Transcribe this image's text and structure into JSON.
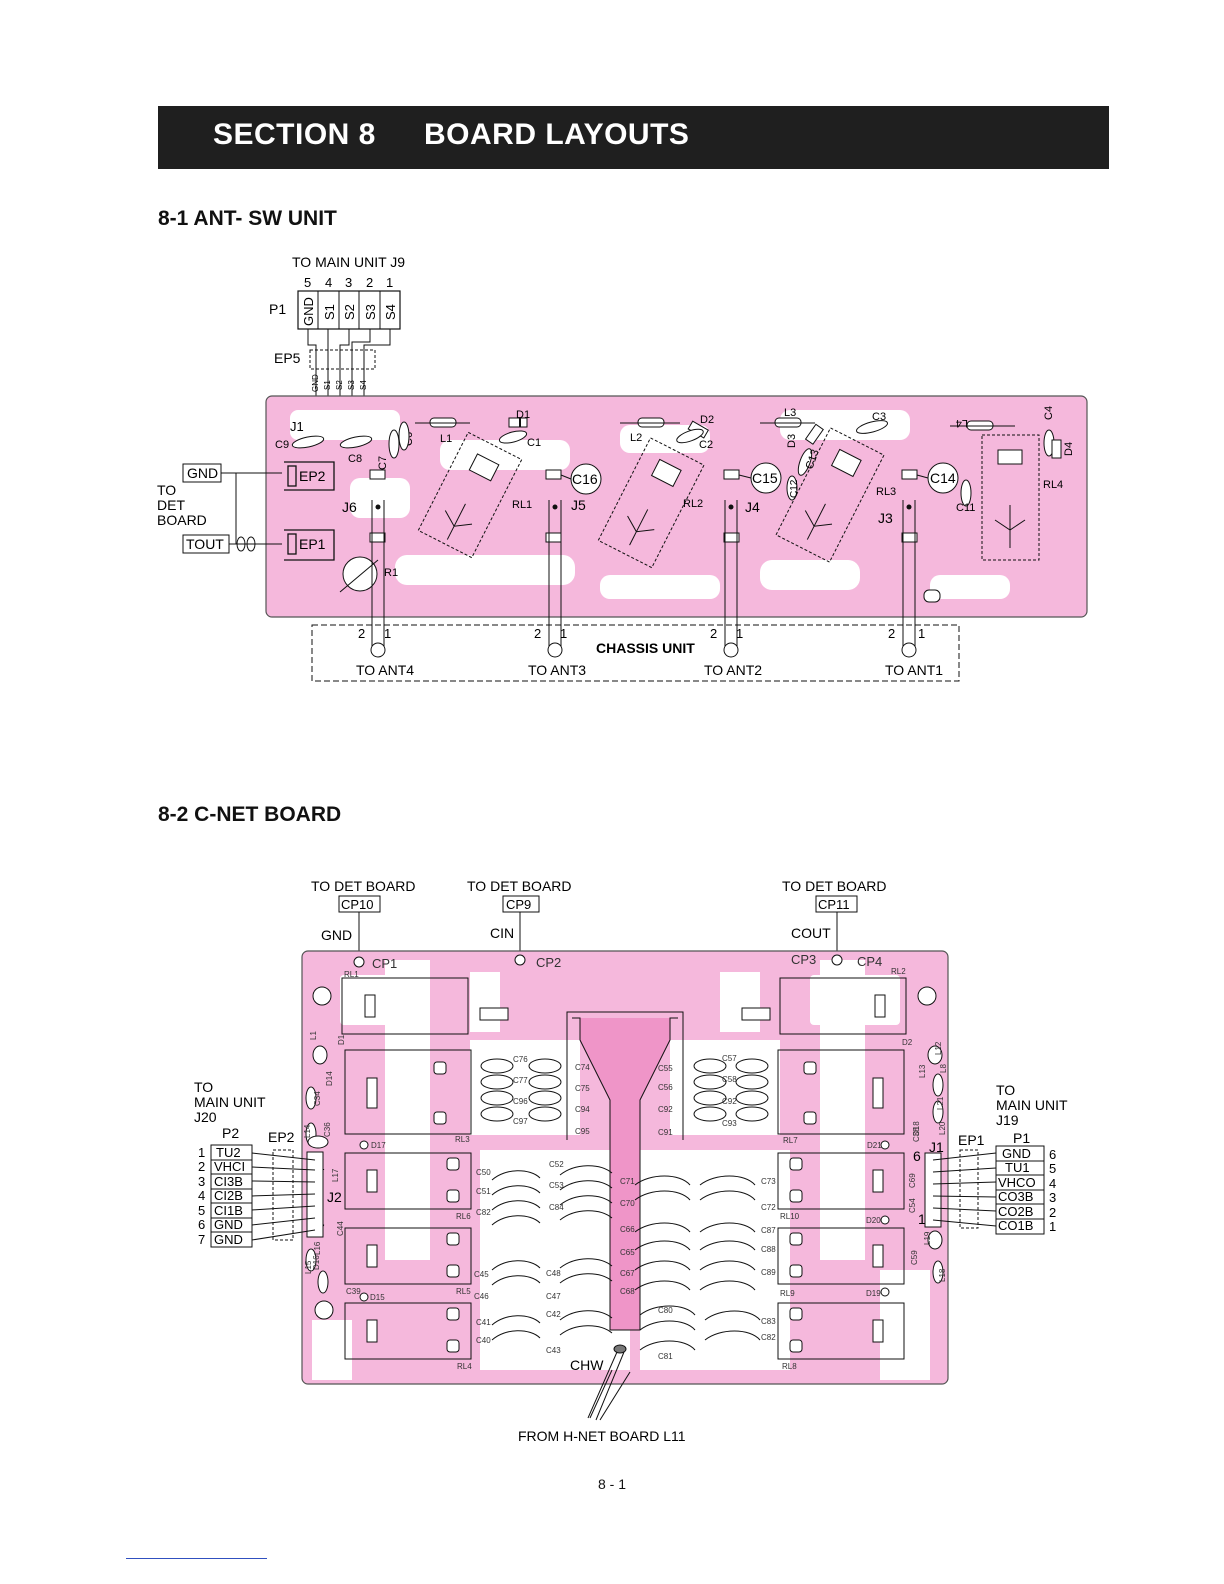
{
  "header": {
    "section": "SECTION 8",
    "title": "BOARD LAYOUTS"
  },
  "ant_sw": {
    "heading": "8-1  ANT- SW UNIT",
    "to_main": "TO MAIN UNIT J9",
    "p1": "P1",
    "pin_numbers": [
      "5",
      "4",
      "3",
      "2",
      "1"
    ],
    "pins": [
      "GND",
      "S1",
      "S2",
      "S3",
      "S4"
    ],
    "ep5": "EP5",
    "small_pins": [
      "GND",
      "S1",
      "S2",
      "S3",
      "S4"
    ],
    "to_det": [
      "TO",
      "DET",
      "BOARD"
    ],
    "gnd_box": "GND",
    "tout_box": "TOUT",
    "ep2": "EP2",
    "ep1": "EP1",
    "chassis": "CHASSIS UNIT",
    "ants": [
      {
        "label": "TO ANT4",
        "jack": "J6"
      },
      {
        "label": "TO ANT3",
        "jack": "J5"
      },
      {
        "label": "TO ANT2",
        "jack": "J4"
      },
      {
        "label": "TO ANT1",
        "jack": "J3"
      }
    ],
    "pin2": "2",
    "pin1": "1",
    "parts": {
      "j1": "J1",
      "c9": "C9",
      "c8": "C8",
      "c7": "C7",
      "c6": "C6",
      "l1": "L1",
      "d1": "D1",
      "c1": "C1",
      "rl1": "RL1",
      "c16": "C16",
      "l2": "L2",
      "d2": "D2",
      "c2": "C2",
      "rl2": "RL2",
      "c15": "C15",
      "l3": "L3",
      "d3": "D3",
      "c13": "C13",
      "c12": "C12",
      "c3": "C3",
      "rl3": "RL3",
      "c14": "C14",
      "c11": "C11",
      "l4": "L4",
      "c4": "C4",
      "d4": "D4",
      "rl4": "RL4",
      "r1": "R1"
    }
  },
  "cnet": {
    "heading": "8-2  C-NET BOARD",
    "top": [
      {
        "line": "TO DET BOARD",
        "box": "CP10",
        "sig": "GND",
        "cp": "CP1"
      },
      {
        "line": "TO DET BOARD",
        "box": "CP9",
        "sig": "CIN",
        "cp": "CP2"
      },
      {
        "line": "TO DET BOARD",
        "box": "CP11",
        "sig": "COUT",
        "cp": "CP3",
        "cp2": "CP4"
      }
    ],
    "left": {
      "to": "TO",
      "main": "MAIN UNIT",
      "j": "J20",
      "p": "P2",
      "ep": "EP2",
      "j2": "J2",
      "pin_first": "1",
      "pin_last": "7",
      "nums": [
        "1",
        "2",
        "3",
        "4",
        "5",
        "6",
        "7"
      ],
      "pins": [
        "TU2",
        "VHCI",
        "CI3B",
        "CI2B",
        "CI1B",
        "GND",
        "GND"
      ]
    },
    "right": {
      "to": "TO",
      "main": "MAIN UNIT",
      "j": "J19",
      "p": "P1",
      "ep": "EP1",
      "j1": "J1",
      "pin_first": "6",
      "pin_last": "1",
      "nums": [
        "6",
        "5",
        "4",
        "3",
        "2",
        "1"
      ],
      "pins": [
        "GND",
        "TU1",
        "VHCO",
        "CO3B",
        "CO2B",
        "CO1B"
      ]
    },
    "chw": "CHW",
    "from": "FROM H-NET BOARD L11",
    "relays": [
      "RL1",
      "RL2",
      "RL3",
      "RL7",
      "RL6",
      "RL10",
      "RL5",
      "RL9",
      "RL4",
      "RL8"
    ],
    "diodes": [
      "D17",
      "D21",
      "D20",
      "D15",
      "D19",
      "D1",
      "D2",
      "D14",
      "D18",
      "D16"
    ],
    "inductors": [
      "L1",
      "L8",
      "L12",
      "L13",
      "L14",
      "L15",
      "L16",
      "L17",
      "L18",
      "L19",
      "L20",
      "L21"
    ],
    "caps_left": [
      "C76",
      "C77",
      "C96",
      "C97",
      "C50",
      "C51",
      "C82",
      "C45",
      "C46",
      "C41",
      "C40"
    ],
    "caps_mid": [
      "C74",
      "C75",
      "C94",
      "C95",
      "C52",
      "C53",
      "C84",
      "C48",
      "C47",
      "C42",
      "C43"
    ],
    "caps_midr": [
      "C55",
      "C56",
      "C92",
      "C91",
      "C71",
      "C70",
      "C66",
      "C65",
      "C67",
      "C68",
      "C80",
      "C81"
    ],
    "caps_right": [
      "C57",
      "C58",
      "C92",
      "C93",
      "C73",
      "C72",
      "C87",
      "C88",
      "C89",
      "C83",
      "C82"
    ],
    "caps_side": [
      "C39",
      "C34",
      "C44",
      "C36",
      "C59",
      "C54",
      "C69",
      "C38"
    ]
  },
  "page_number": "8 - 1",
  "colors": {
    "board": "#f5b8dc",
    "board_dark": "#ef95c8",
    "banner": "#1f1f1f"
  }
}
